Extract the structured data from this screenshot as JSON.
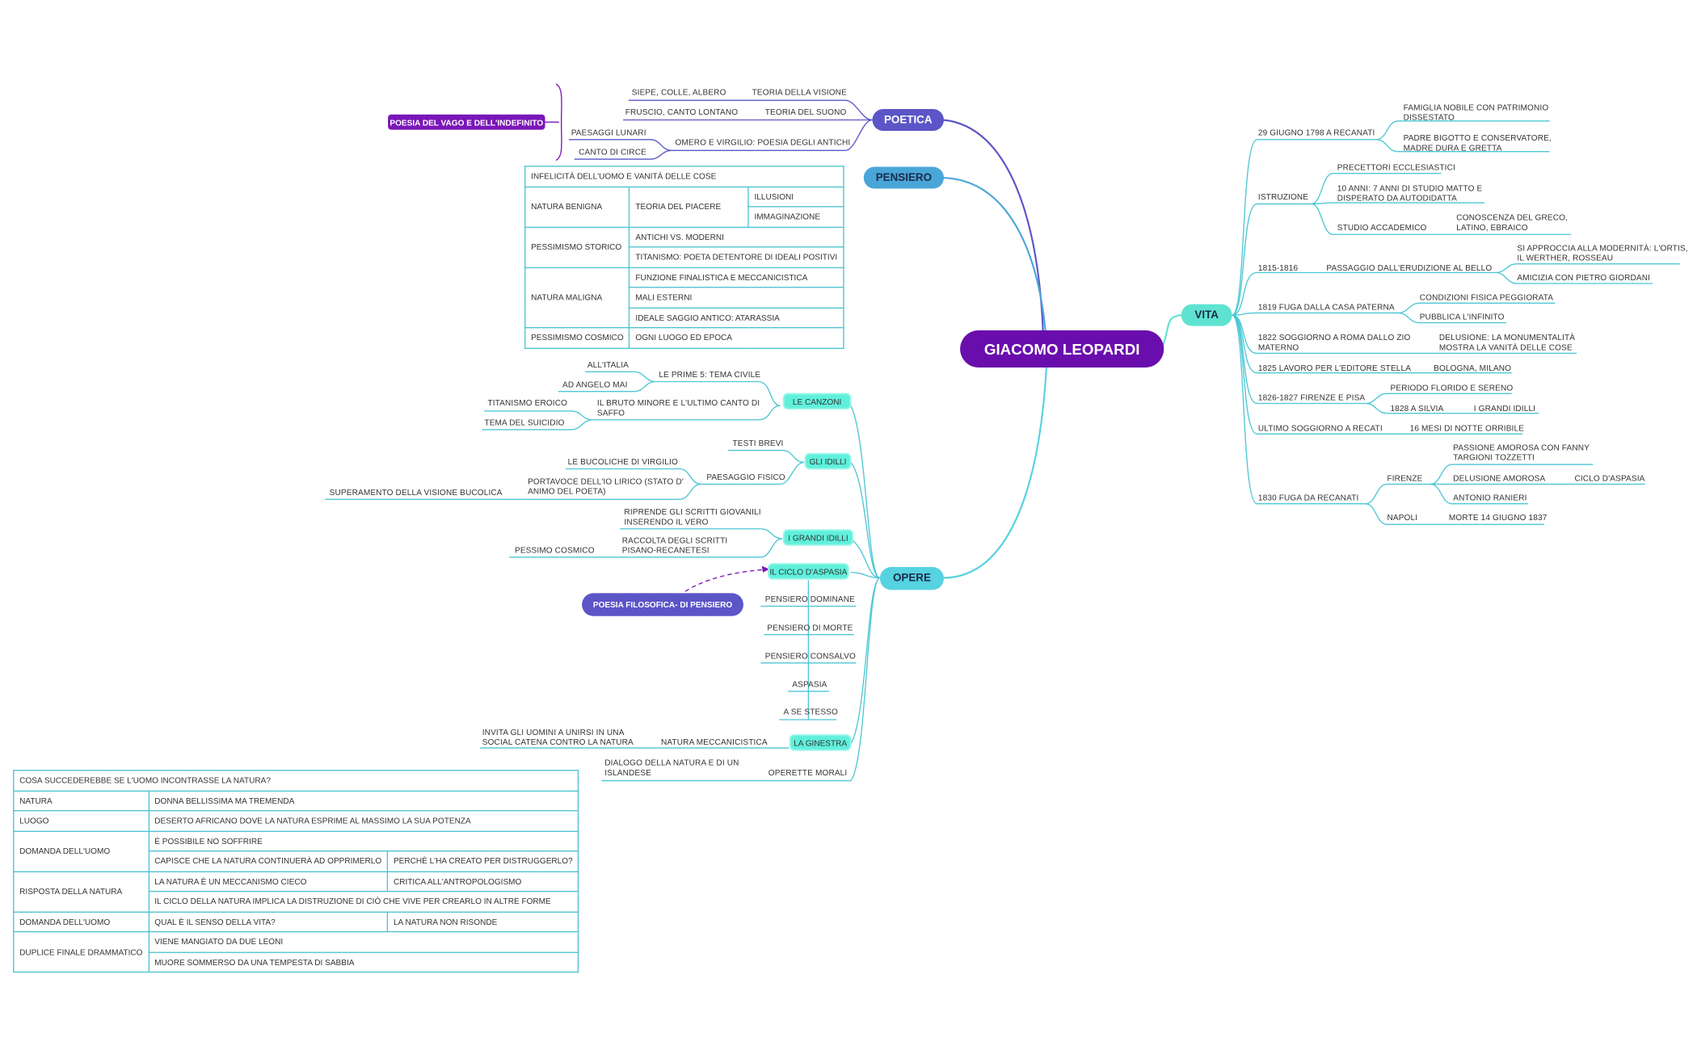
{
  "colors": {
    "center": "#6a0dad",
    "poetica": "#5b55c7",
    "pensiero": "#4aa6d8",
    "opere": "#56d2e0",
    "vita": "#5fe3d0",
    "purple_tag": "#7a16b8",
    "line_teal": "#4dc7d4"
  },
  "center": {
    "label": "GIACOMO LEOPARDI"
  },
  "poetica": {
    "label": "POETICA",
    "tag": "POESIA DEL VAGO E DELL'INDEFINITO",
    "items": [
      {
        "left": "SIEPE, COLLE, ALBERO",
        "right": "TEORIA DELLA VISIONE"
      },
      {
        "left": "FRUSCIO, CANTO LONTANO",
        "right": "TEORIA DEL SUONO"
      },
      {
        "left": "PAESAGGI LUNARI",
        "right": "OMERO E VIRGILIO: POESIA DEGLI ANTICHI"
      },
      {
        "left": "CANTO DI CIRCE"
      }
    ]
  },
  "pensiero": {
    "label": "PENSIERO",
    "table": {
      "header": "INFELICITÀ DELL'UOMO E VANITÀ DELLE COSE",
      "natura_benigna": "NATURA BENIGNA",
      "teoria_piacere": "TEORIA DEL PIACERE",
      "illusioni": "ILLUSIONI",
      "immaginazione": "IMMAGINAZIONE",
      "pessimismo_storico": "PESSIMISMO STORICO",
      "antichi": "ANTICHI VS. MODERNI",
      "titanismo": "TITANISMO: POETA DETENTORE DI IDEALI POSITIVI",
      "natura_maligna": "NATURA MALIGNA",
      "funzione": "FUNZIONE FINALISTICA E MECCANICISTICA",
      "mali": "MALI ESTERNI",
      "ideale": "IDEALE SAGGIO ANTICO: ATARASSIA",
      "pessimismo_cosmico": "PESSIMISMO COSMICO",
      "ogni": "OGNI LUOGO ED EPOCA"
    }
  },
  "opere": {
    "label": "OPERE",
    "canzoni": "LE CANZONI",
    "prime5": "LE PRIME 5: TEMA CIVILE",
    "allitalia": "ALL'ITALIA",
    "angelo": "AD ANGELO MAI",
    "bruto": "IL BRUTO MINORE E L'ULTIMO CANTO DI SAFFO",
    "titanismo_eroico": "TITANISMO EROICO",
    "suicidio": "TEMA DEL SUICIDIO",
    "idilli": "GLI IDILLI",
    "testi_brevi": "TESTI BREVI",
    "paesaggio_fisico": "PAESAGGIO FISICO",
    "bucoliche": "LE BUCOLICHE DI VIRGILIO",
    "portavoce": "PORTAVOCE DELL'IO LIRICO (STATO D' ANIMO DEL POETA)",
    "superamento": "SUPERAMENTO DELLA VISIONE BUCOLICA",
    "grandi_idilli": "I GRANDI IDILLI",
    "riprende": "RIPRENDE GLI SCRITTI GIOVANILI INSERENDO IL VERO",
    "raccolta": "RACCOLTA DEGLI SCRITTI PISANO-RECANETESI",
    "pessimo": "PESSIMO COSMICO",
    "ciclo": "IL CICLO D'ASPASIA",
    "poesia_filosofica": "POESIA FILOSOFICA- DI PENSIERO",
    "pensiero_dominane": "PENSIERO DOMINANE",
    "pensiero_morte": "PENSIERO DI MORTE",
    "pensiero_consalvo": "PENSIERO CONSALVO",
    "aspasia": "ASPASIA",
    "se_stesso": "A SE STESSO",
    "ginestra": "LA GINESTRA",
    "natura_mecc": "NATURA MECCANICISTICA",
    "invita": "INVITA GLI UOMINI A UNIRSI IN UNA SOCIAL CATENA CONTRO LA NATURA",
    "operette": "OPERETTE MORALI",
    "dialogo": "DIALOGO DELLA NATURA E DI UN ISLANDESE"
  },
  "dialogo_table": {
    "header": "COSA SUCCEDEREBBE SE L'UOMO INCONTRASSE LA NATURA?",
    "natura_k": "NATURA",
    "natura_v": "DONNA BELLISSIMA MA TREMENDA",
    "luogo_k": "LUOGO",
    "luogo_v": "DESERTO AFRICANO DOVE LA NATURA ESPRIME AL MASSIMO LA SUA POTENZA",
    "domanda_k": "DOMANDA DELL'UOMO",
    "domanda_v1": "È POSSIBILE NO SOFFRIRE",
    "domanda_v2": "CAPISCE CHE LA NATURA CONTINUERÀ AD OPPRIMERLO",
    "domanda_v3": "PERCHÈ L'HA CREATO PER DISTRUGGERLO?",
    "risposta_k": "RISPOSTA DELLA NATURA",
    "risposta_v1": "LA NATURA È UN MECCANISMO CIECO",
    "risposta_v2": "CRITICA ALL'ANTROPOLOGISMO",
    "risposta_v3": "IL CICLO DELLA NATURA IMPLICA LA DISTRUZIONE DI CIÒ CHE VIVE PER CREARLO IN ALTRE FORME",
    "domanda2_k": "DOMANDA DELL'UOMO",
    "domanda2_v1": "QUAL È IL SENSO DELLA VITA?",
    "domanda2_v2": "LA NATURA NON RISONDE",
    "duplice_k": "DUPLICE FINALE DRAMMATICO",
    "duplice_v1": "VIENE MANGIATO DA DUE LEONI",
    "duplice_v2": "MUORE SOMMERSO DA UNA TEMPESTA DI SABBIA"
  },
  "vita": {
    "label": "VITA",
    "nascita": "29 GIUGNO 1798 A RECANATI",
    "famiglia": "FAMIGLIA NOBILE CON PATRIMONIO DISSESTATO",
    "padre": "PADRE BIGOTTO E CONSERVATORE, MADRE DURA E GRETTA",
    "istruzione": "ISTRUZIONE",
    "precettori": "PRECETTORI ECCLESIASTICI",
    "anni": "10 ANNI: 7 ANNI DI STUDIO MATTO E DISPERATO DA AUTODIDATTA",
    "studio": "STUDIO ACCADEMICO",
    "conoscenza": "CONOSCENZA DEL GRECO, LATINO, EBRAICO",
    "periodo1815": "1815-1816",
    "passaggio": "PASSAGGIO DALL'ERUDIZIONE AL BELLO",
    "approccia": "SI APPROCCIA ALLA MODERNITÀ: L'ORTIS, IL WERTHER, ROSSEAU",
    "amicizia": "AMICIZIA CON PIETRO GIORDANI",
    "fuga1819": "1819 FUGA DALLA CASA PATERNA",
    "condizioni": "CONDIZIONI FISICA PEGGIORATA",
    "infinito": "PUBBLICA L'INFINITO",
    "roma": "1822 SOGGIORNO A ROMA DALLO ZIO MATERNO",
    "delusione": "DELUSIONE: LA MONUMENTALITÀ MOSTRA LA VANITÀ DELLE COSE",
    "stella": "1825 LAVORO PER L'EDITORE STELLA",
    "bologna": "BOLOGNA, MILANO",
    "firenze_pisa": "1826-1827 FIRENZE E PISA",
    "florido": "PERIODO FLORIDO E SERENO",
    "silvia": "1828 A SILVIA",
    "grandi": "I GRANDI IDILLI",
    "ultimo": "ULTIMO SOGGIORNO A RECATI",
    "mesi": "16 MESI DI NOTTE ORRIBILE",
    "fuga1830": "1830 FUGA DA RECANATI",
    "firenze": "FIRENZE",
    "passione": "PASSIONE AMOROSA CON FANNY TARGIONI TOZZETTI",
    "delusione_amorosa": "DELUSIONE AMOROSA",
    "ciclo": "CICLO D'ASPASIA",
    "ranieri": "ANTONIO RANIERI",
    "napoli": "NAPOLI",
    "morte": "MORTE 14 GIUGNO 1837"
  }
}
